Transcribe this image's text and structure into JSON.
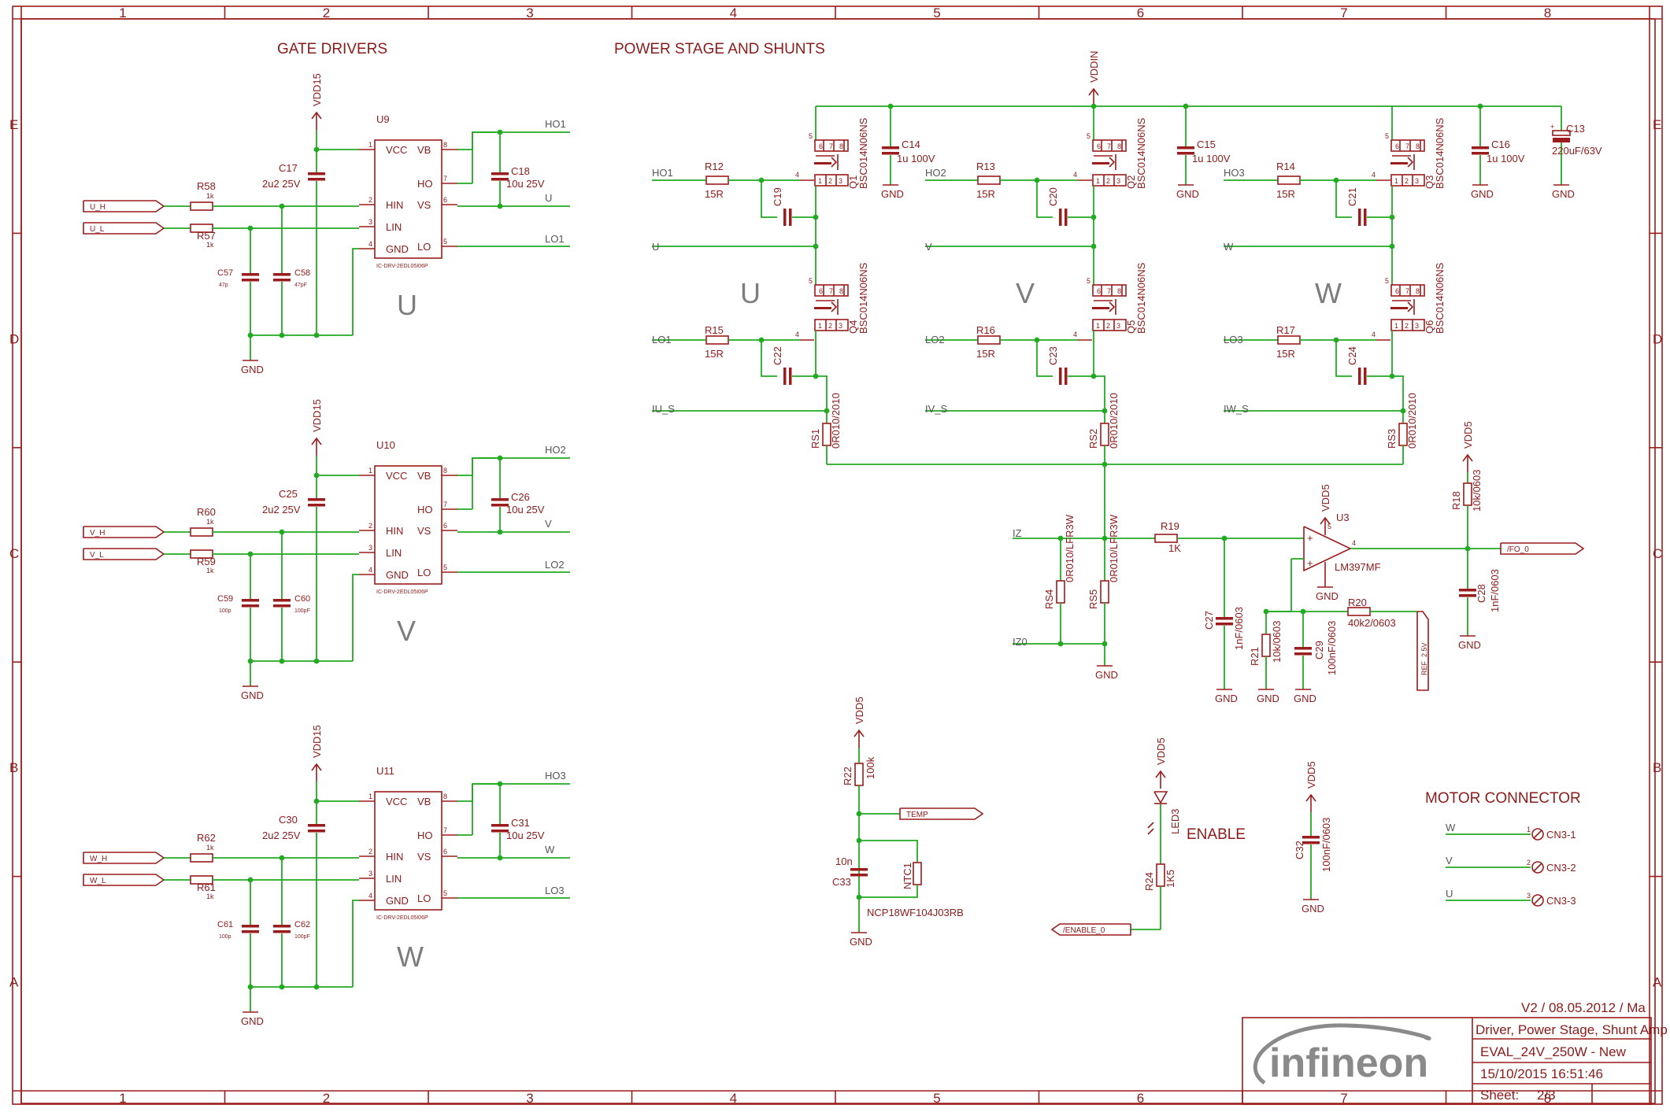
{
  "grid": {
    "columns": [
      "1",
      "2",
      "3",
      "4",
      "5",
      "6",
      "7",
      "8"
    ],
    "rows": [
      "E",
      "D",
      "C",
      "B",
      "A"
    ]
  },
  "sections": {
    "gate_drivers": "GATE DRIVERS",
    "power_stage": "POWER STAGE AND SHUNTS",
    "motor_connector": "MOTOR CONNECTOR"
  },
  "gate_drivers": [
    {
      "ref": "U9",
      "part": "IC-DRV-2EDL05I06P",
      "phase": "U",
      "supply": "VDD15",
      "cap_ref": "C17",
      "cap_val": "2u2 25V",
      "boot_ref": "C18",
      "boot_val": "10u 25V",
      "r_hi": "R58",
      "r_lo": "R57",
      "r_val": "1k",
      "c1_ref": "C57",
      "c1_val": "47p",
      "c2_ref": "C58",
      "c2_val": "47pF",
      "in_hi": "U_H",
      "in_lo": "U_L",
      "out_ho": "HO1",
      "out_vs": "U",
      "out_lo": "LO1",
      "gnd": "GND"
    },
    {
      "ref": "U10",
      "part": "IC-DRV-2EDL05I06P",
      "phase": "V",
      "supply": "VDD15",
      "cap_ref": "C25",
      "cap_val": "2u2 25V",
      "boot_ref": "C26",
      "boot_val": "10u 25V",
      "r_hi": "R60",
      "r_lo": "R59",
      "r_val": "1k",
      "c1_ref": "C59",
      "c1_val": "100p",
      "c2_ref": "C60",
      "c2_val": "100pF",
      "in_hi": "V_H",
      "in_lo": "V_L",
      "out_ho": "HO2",
      "out_vs": "V",
      "out_lo": "LO2",
      "gnd": "GND"
    },
    {
      "ref": "U11",
      "part": "IC-DRV-2EDL05I06P",
      "phase": "W",
      "supply": "VDD15",
      "cap_ref": "C30",
      "cap_val": "2u2 25V",
      "boot_ref": "C31",
      "boot_val": "10u 25V",
      "r_hi": "R62",
      "r_lo": "R61",
      "r_val": "1k",
      "c1_ref": "C61",
      "c1_val": "100p",
      "c2_ref": "C62",
      "c2_val": "100pF",
      "in_hi": "W_H",
      "in_lo": "W_L",
      "out_ho": "HO3",
      "out_vs": "W",
      "out_lo": "LO3",
      "gnd": "GND"
    }
  ],
  "driver_pins": [
    "VCC",
    "HIN",
    "LIN",
    "GND",
    "VB",
    "HO",
    "VS",
    "LO"
  ],
  "power_stage": {
    "supply": "VDDIN",
    "mosfet_part": "BSC014N06NS",
    "phases": [
      {
        "phase": "U",
        "hs": "Q1",
        "ls": "Q4",
        "hs_in": "HO1",
        "ls_in": "LO1",
        "r_hs": "R12",
        "r_ls": "R15",
        "r_val": "15R",
        "c_hs": "C19",
        "c_ls": "C22",
        "out": "U",
        "sense": "IU_S",
        "shunt": "RS1"
      },
      {
        "phase": "V",
        "hs": "Q2",
        "ls": "Q5",
        "hs_in": "HO2",
        "ls_in": "LO2",
        "r_hs": "R13",
        "r_ls": "R16",
        "r_val": "15R",
        "c_hs": "C20",
        "c_ls": "C23",
        "out": "V",
        "sense": "IV_S",
        "shunt": "RS2"
      },
      {
        "phase": "W",
        "hs": "Q3",
        "ls": "Q6",
        "hs_in": "HO3",
        "ls_in": "LO3",
        "r_hs": "R14",
        "r_ls": "R17",
        "r_val": "15R",
        "c_hs": "C21",
        "c_ls": "C24",
        "out": "W",
        "sense": "IW_S",
        "shunt": "RS3"
      }
    ],
    "shunt_val": "0R010/2010",
    "bulk_caps": [
      {
        "ref": "C14",
        "val": "1u 100V"
      },
      {
        "ref": "C15",
        "val": "1u 100V"
      },
      {
        "ref": "C16",
        "val": "1u 100V"
      },
      {
        "ref": "C13",
        "val": "220uF/63V"
      }
    ],
    "gnd": "GND"
  },
  "shunt_amp": {
    "iz": "IZ",
    "iz0": "IZ0",
    "rs4": "RS4",
    "rs5": "RS5",
    "rs_val": "0R010/LFR3W",
    "r19": "R19",
    "r19_val": "1K",
    "c27": "C27",
    "c27_val": "1nF/0603",
    "r21": "R21",
    "r21_val": "10k/0603",
    "c29": "C29",
    "c29_val": "100nF/0603",
    "r20": "R20",
    "r20_val": "40k2/0603",
    "ref": "REF_2.5V",
    "comp": "U3",
    "comp_part": "LM397MF",
    "supply": "VDD5",
    "r18": "R18",
    "r18_val": "10k/0603",
    "c28": "C28",
    "c28_val": "1nF/0603",
    "fo": "/FO_0",
    "gnd": "GND"
  },
  "temp": {
    "supply": "VDD5",
    "r22": "R22",
    "r22_val": "100k",
    "net": "TEMP",
    "c33": "C33",
    "c33_val": "10n",
    "ntc": "NTC1",
    "ntc_part": "NCP18WF104J03RB",
    "gnd": "GND"
  },
  "enable": {
    "supply": "VDD5",
    "led": "LED3",
    "label": "ENABLE",
    "r24": "R24",
    "r24_val": "1K5",
    "net": "/ENABLE_0"
  },
  "decoupling": {
    "supply": "VDD5",
    "ref": "C32",
    "val": "100nF/0603",
    "gnd": "GND"
  },
  "motor_connector": {
    "pins": [
      {
        "net": "W",
        "pin": "1",
        "label": "CN3-1"
      },
      {
        "net": "V",
        "pin": "2",
        "label": "CN3-2"
      },
      {
        "net": "U",
        "pin": "3",
        "label": "CN3-3"
      }
    ]
  },
  "title_block": {
    "version": "V2 / 08.05.2012 / Ma",
    "logo": "infineon",
    "description": "Driver, Power Stage, Shunt Amp",
    "board": "EVAL_24V_250W - New",
    "datetime": "15/10/2015 16:51:46",
    "sheet_label": "Sheet:",
    "sheet": "2/3"
  },
  "colors": {
    "symbol": "#9b1c1c",
    "wire": "#22aa22",
    "text": "#8b1a1a"
  }
}
